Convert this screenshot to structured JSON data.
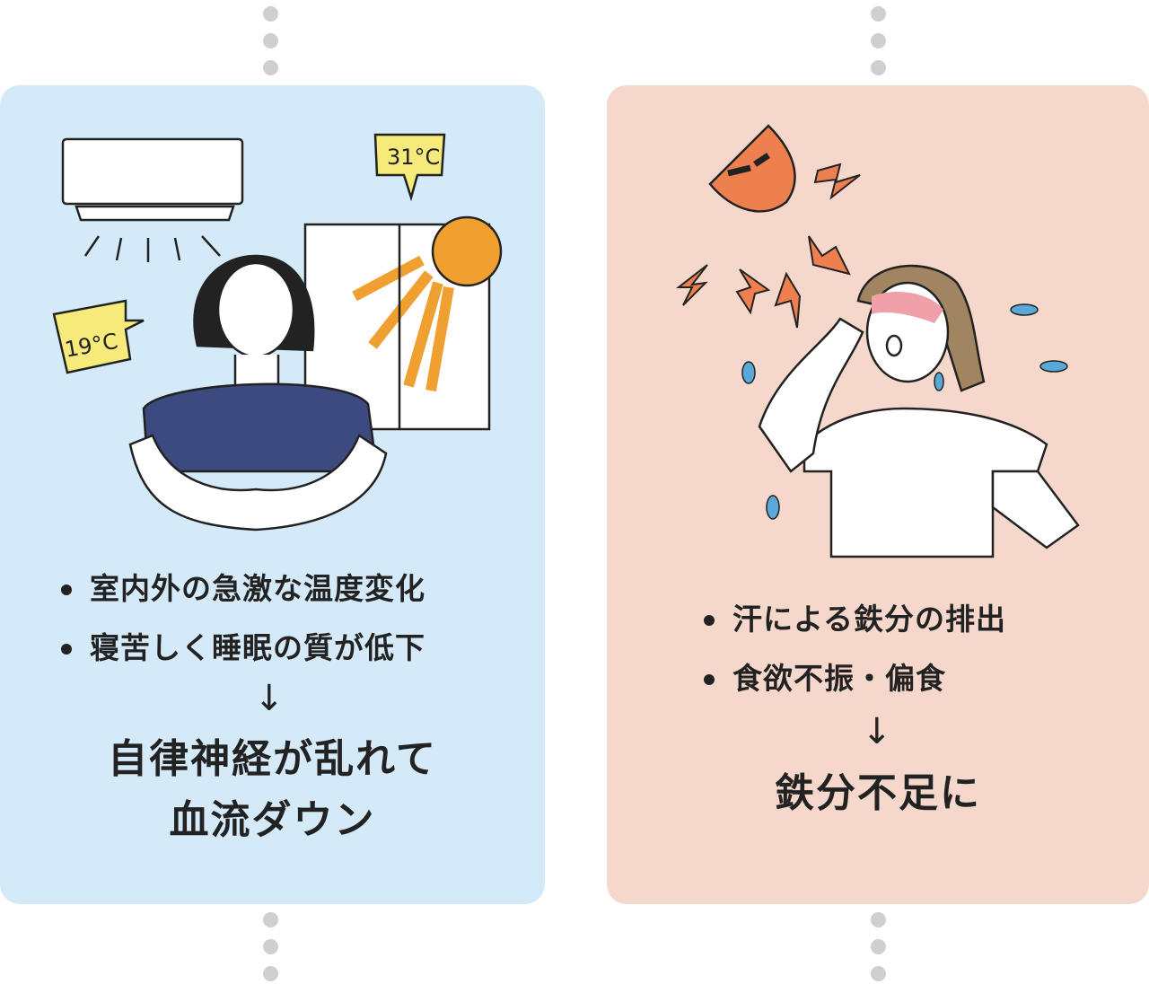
{
  "left_card": {
    "temp_indoor": "19°C",
    "temp_outdoor": "31°C",
    "bullets": [
      "室内外の急激な温度変化",
      "寝苦しく睡眠の質が低下"
    ],
    "arrow": "↓",
    "result_line1": "自律神経が乱れて",
    "result_line2": "血流ダウン"
  },
  "right_card": {
    "bullets": [
      "汗による鉄分の排出",
      "食欲不振・偏食"
    ],
    "arrow": "↓",
    "result": "鉄分不足に"
  },
  "colors": {
    "left_bg": "#d4eaf8",
    "right_bg": "#f5d8cb",
    "dot": "#cfcfcf",
    "sun": "#f0a030",
    "angry_sun": "#ee8050"
  }
}
